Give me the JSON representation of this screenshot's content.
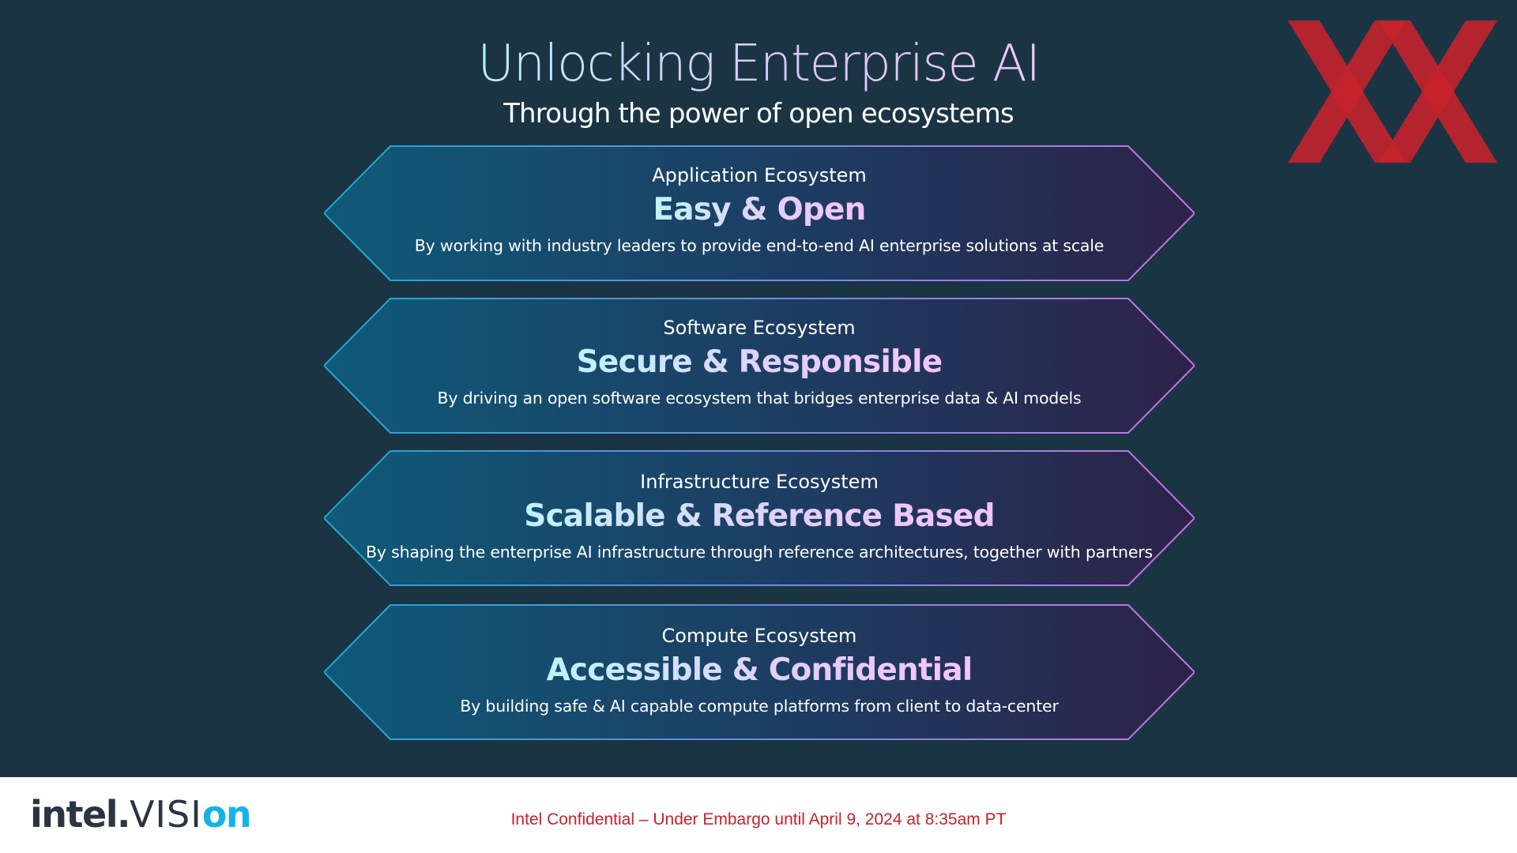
{
  "slide": {
    "title": "Unlocking Enterprise AI",
    "subtitle": "Through the power of open ecosystems"
  },
  "ecosystems": [
    {
      "category": "Application Ecosystem",
      "headline": "Easy & Open",
      "description": "By working with industry leaders to provide end-to-end AI enterprise solutions at scale"
    },
    {
      "category": "Software Ecosystem",
      "headline": "Secure & Responsible",
      "description": "By driving an open software ecosystem that bridges enterprise data & AI models"
    },
    {
      "category": "Infrastructure Ecosystem",
      "headline": "Scalable & Reference Based",
      "description": "By shaping the enterprise AI infrastructure through reference architectures, together with partners"
    },
    {
      "category": "Compute Ecosystem",
      "headline": "Accessible & Confidential",
      "description": "By building safe & AI capable compute platforms from client to data-center"
    }
  ],
  "footer": {
    "brand_intel": "intel",
    "brand_dot": ".",
    "brand_visi": "VISI",
    "brand_on": "on",
    "confidential_notice": "Intel Confidential – Under Embargo until April 9, 2024 at 8:35am PT"
  },
  "colors": {
    "background": "#1b3443",
    "accent_red": "#cc1f28",
    "brand_blue": "#16b3e6",
    "hex_border_start": "#1ba8d6",
    "hex_border_end": "#c06ee0"
  },
  "icons": {
    "corner_mark": "red-double-x-logo"
  }
}
